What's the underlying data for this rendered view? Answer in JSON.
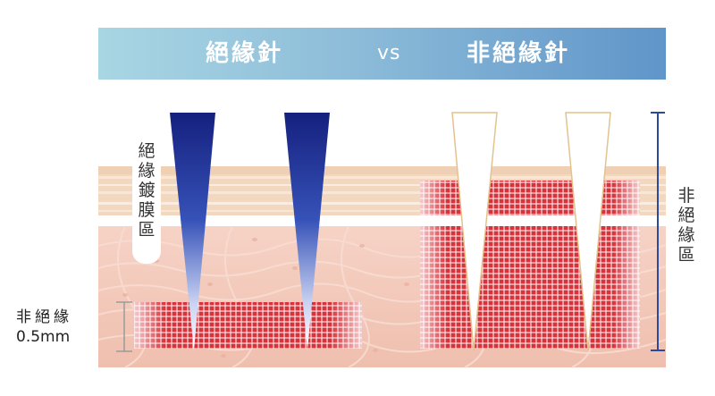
{
  "header": {
    "insulated_title": "絕緣針",
    "vs_label": "vs",
    "non_insulated_title": "非絕緣針"
  },
  "labels": {
    "insulated_zone": [
      "絕",
      "緣",
      "鍍",
      "膜",
      "區"
    ],
    "non_insulated_zone": [
      "非",
      "絕",
      "緣",
      "區"
    ],
    "depth_label": "非絕緣",
    "depth_value": "0.5mm"
  },
  "colors": {
    "banner_start": "#a9d6e3",
    "banner_end": "#5f95c9",
    "insulated_needle": "#1a2a8c",
    "non_insulated_needle_outline": "#e0c089",
    "heat_zone": "#d8323a",
    "skin_surface": "#f3d6bd",
    "skin_dermis": "#f2c2b2",
    "bracket": "#2b4a9a"
  }
}
